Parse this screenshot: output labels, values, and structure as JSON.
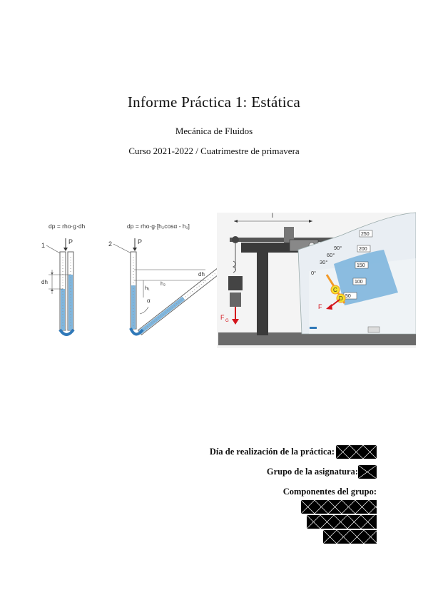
{
  "report": {
    "title": "Informe Práctica 1: Estática",
    "subject": "Mecánica de Fluidos",
    "course": "Curso 2021-2022 / Cuatrimestre de primavera"
  },
  "figure": {
    "left_formula": "dp = rho·g·dh",
    "middle_formula": "dp = rho·g·[h₂cosα - h₁]",
    "label_1": "1",
    "label_2": "2",
    "p_label": "P",
    "dh_label": "dh",
    "h1_label": "h₁",
    "h2_label": "h₂",
    "alpha_label": "α",
    "l_label": "l",
    "fg_label": "F",
    "fg_sub": "G",
    "f_label": "F",
    "c_label": "C",
    "d_label": "D",
    "scale": [
      "250",
      "200",
      "150",
      "100",
      "50"
    ],
    "angles": [
      "0°",
      "30°",
      "60°",
      "90°"
    ]
  },
  "fields": {
    "date_label": "Día de realización de la práctica:",
    "group_label": "Grupo de la asignatura:",
    "members_label": "Componentes del grupo:"
  },
  "colors": {
    "water": "#7fb6de",
    "water_dark": "#2f78b8",
    "arrow": "#d4141c",
    "quadrant": "#e9eef3",
    "orange": "#f39a2a"
  }
}
